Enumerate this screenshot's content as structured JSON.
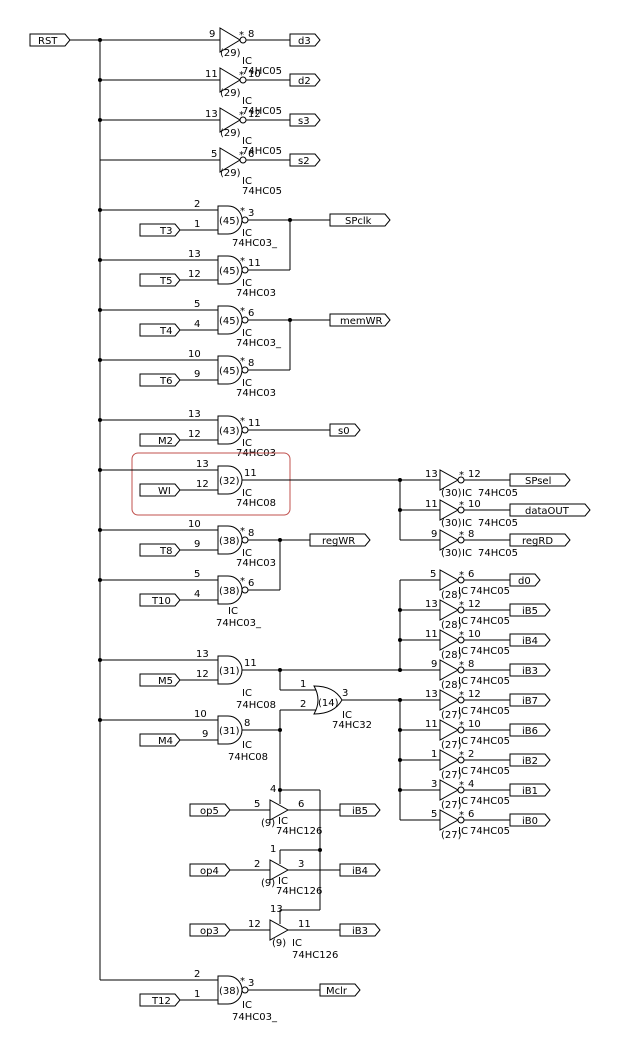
{
  "net_labels": {
    "rst": "RST",
    "t3": "T3",
    "t5": "T5",
    "t4": "T4",
    "t6": "T6",
    "m2": "M2",
    "wi": "WI",
    "t8": "T8",
    "t10": "T10",
    "m5": "M5",
    "m4": "M4",
    "op5": "op5",
    "op4": "op4",
    "op3": "op3",
    "t12": "T12",
    "d3": "d3",
    "d2": "d2",
    "s3": "s3",
    "s2": "s2",
    "spclk": "SPclk",
    "memwr": "memWR",
    "s0": "s0",
    "spsel": "SPsel",
    "dataout": "dataOUT",
    "regrd": "regRD",
    "regwr": "regWR",
    "d0": "d0",
    "ib5a": "iB5",
    "ib4a": "iB4",
    "ib3a": "iB3",
    "ib7": "iB7",
    "ib6": "iB6",
    "ib2": "iB2",
    "ib1": "iB1",
    "ib0": "iB0",
    "ib5b": "iB5",
    "ib4b": "iB4",
    "ib3b": "iB3",
    "mclr": "Mclr"
  },
  "ic": "IC",
  "parts": {
    "p74hc05": "74HC05",
    "p74hc03": "74HC03",
    "p74hc03u": "74HC03_",
    "p74hc08": "74HC08",
    "p74hc32": "74HC32",
    "p74hc126": "74HC126"
  },
  "refs": {
    "r29": "(29)",
    "r45": "(45)",
    "r43": "(43)",
    "r32": "(32)",
    "r30": "(30)",
    "r38": "(38)",
    "r28": "(28)",
    "r31": "(31)",
    "r14": "(14)",
    "r27": "(27)",
    "r9": "(9)"
  },
  "pins": {
    "p1": "1",
    "p2": "2",
    "p3": "3",
    "p4": "4",
    "p5": "5",
    "p6": "6",
    "p8": "8",
    "p9": "9",
    "p10": "10",
    "p11": "11",
    "p12": "12",
    "p13": "13",
    "star": "*"
  }
}
